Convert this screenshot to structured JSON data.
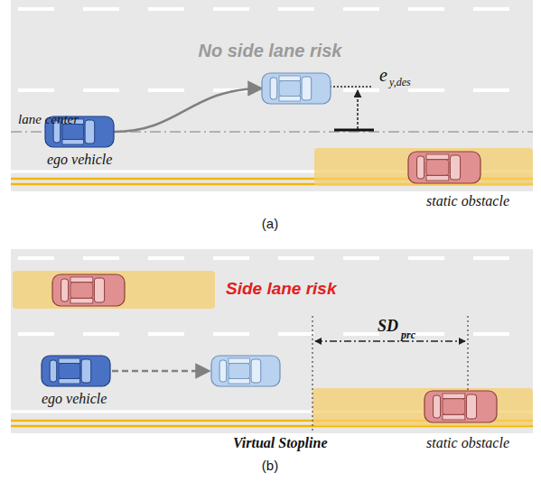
{
  "diagram": {
    "labels": [
      "No side lane risk",
      "lane center",
      "e",
      "y,des",
      "ego vehicle",
      "static obstacle",
      "(a)",
      "Side lane risk",
      "ego vehicle",
      "Virtual Stopline",
      "SD",
      "prc",
      "static obstacle",
      "(b)"
    ]
  }
}
